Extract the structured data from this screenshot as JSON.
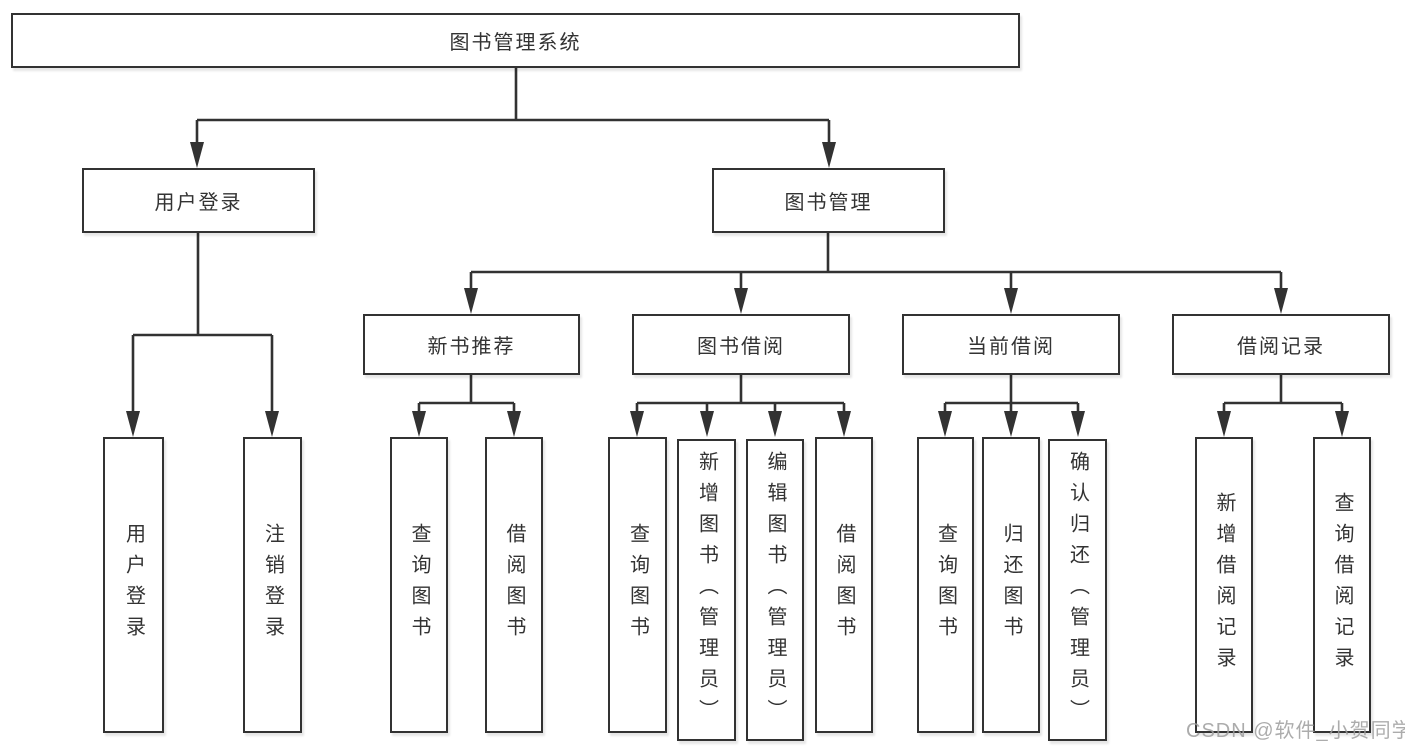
{
  "diagram": {
    "title": "图书管理系统",
    "type": "tree",
    "colors": {
      "line": "#323232",
      "box_border": "#323232",
      "box_background": "#ffffff",
      "text": "#333333",
      "watermark_text": "#9e9e9e",
      "background": "#ffffff"
    },
    "tree": {
      "root": {
        "label": "图书管理系统"
      },
      "level2": [
        {
          "label": "用户登录"
        },
        {
          "label": "图书管理"
        }
      ],
      "level3": [
        {
          "label": "新书推荐",
          "parent": "图书管理"
        },
        {
          "label": "图书借阅",
          "parent": "图书管理"
        },
        {
          "label": "当前借阅",
          "parent": "图书管理"
        },
        {
          "label": "借阅记录",
          "parent": "图书管理"
        }
      ],
      "leaves": [
        {
          "label": "用户登录",
          "parent": "用户登录"
        },
        {
          "label": "注销登录",
          "parent": "用户登录"
        },
        {
          "label": "查询图书",
          "parent": "新书推荐"
        },
        {
          "label": "借阅图书",
          "parent": "新书推荐"
        },
        {
          "label": "查询图书",
          "parent": "图书借阅"
        },
        {
          "label": "新增图书（管理员）",
          "parent": "图书借阅"
        },
        {
          "label": "编辑图书（管理员）",
          "parent": "图书借阅"
        },
        {
          "label": "借阅图书",
          "parent": "图书借阅"
        },
        {
          "label": "查询图书",
          "parent": "当前借阅"
        },
        {
          "label": "归还图书",
          "parent": "当前借阅"
        },
        {
          "label": "确认归还（管理员）",
          "parent": "当前借阅"
        },
        {
          "label": "新增借阅记录",
          "parent": "借阅记录"
        },
        {
          "label": "查询借阅记录",
          "parent": "借阅记录"
        }
      ]
    },
    "watermark": "CSDN @软件_小贺同学"
  }
}
